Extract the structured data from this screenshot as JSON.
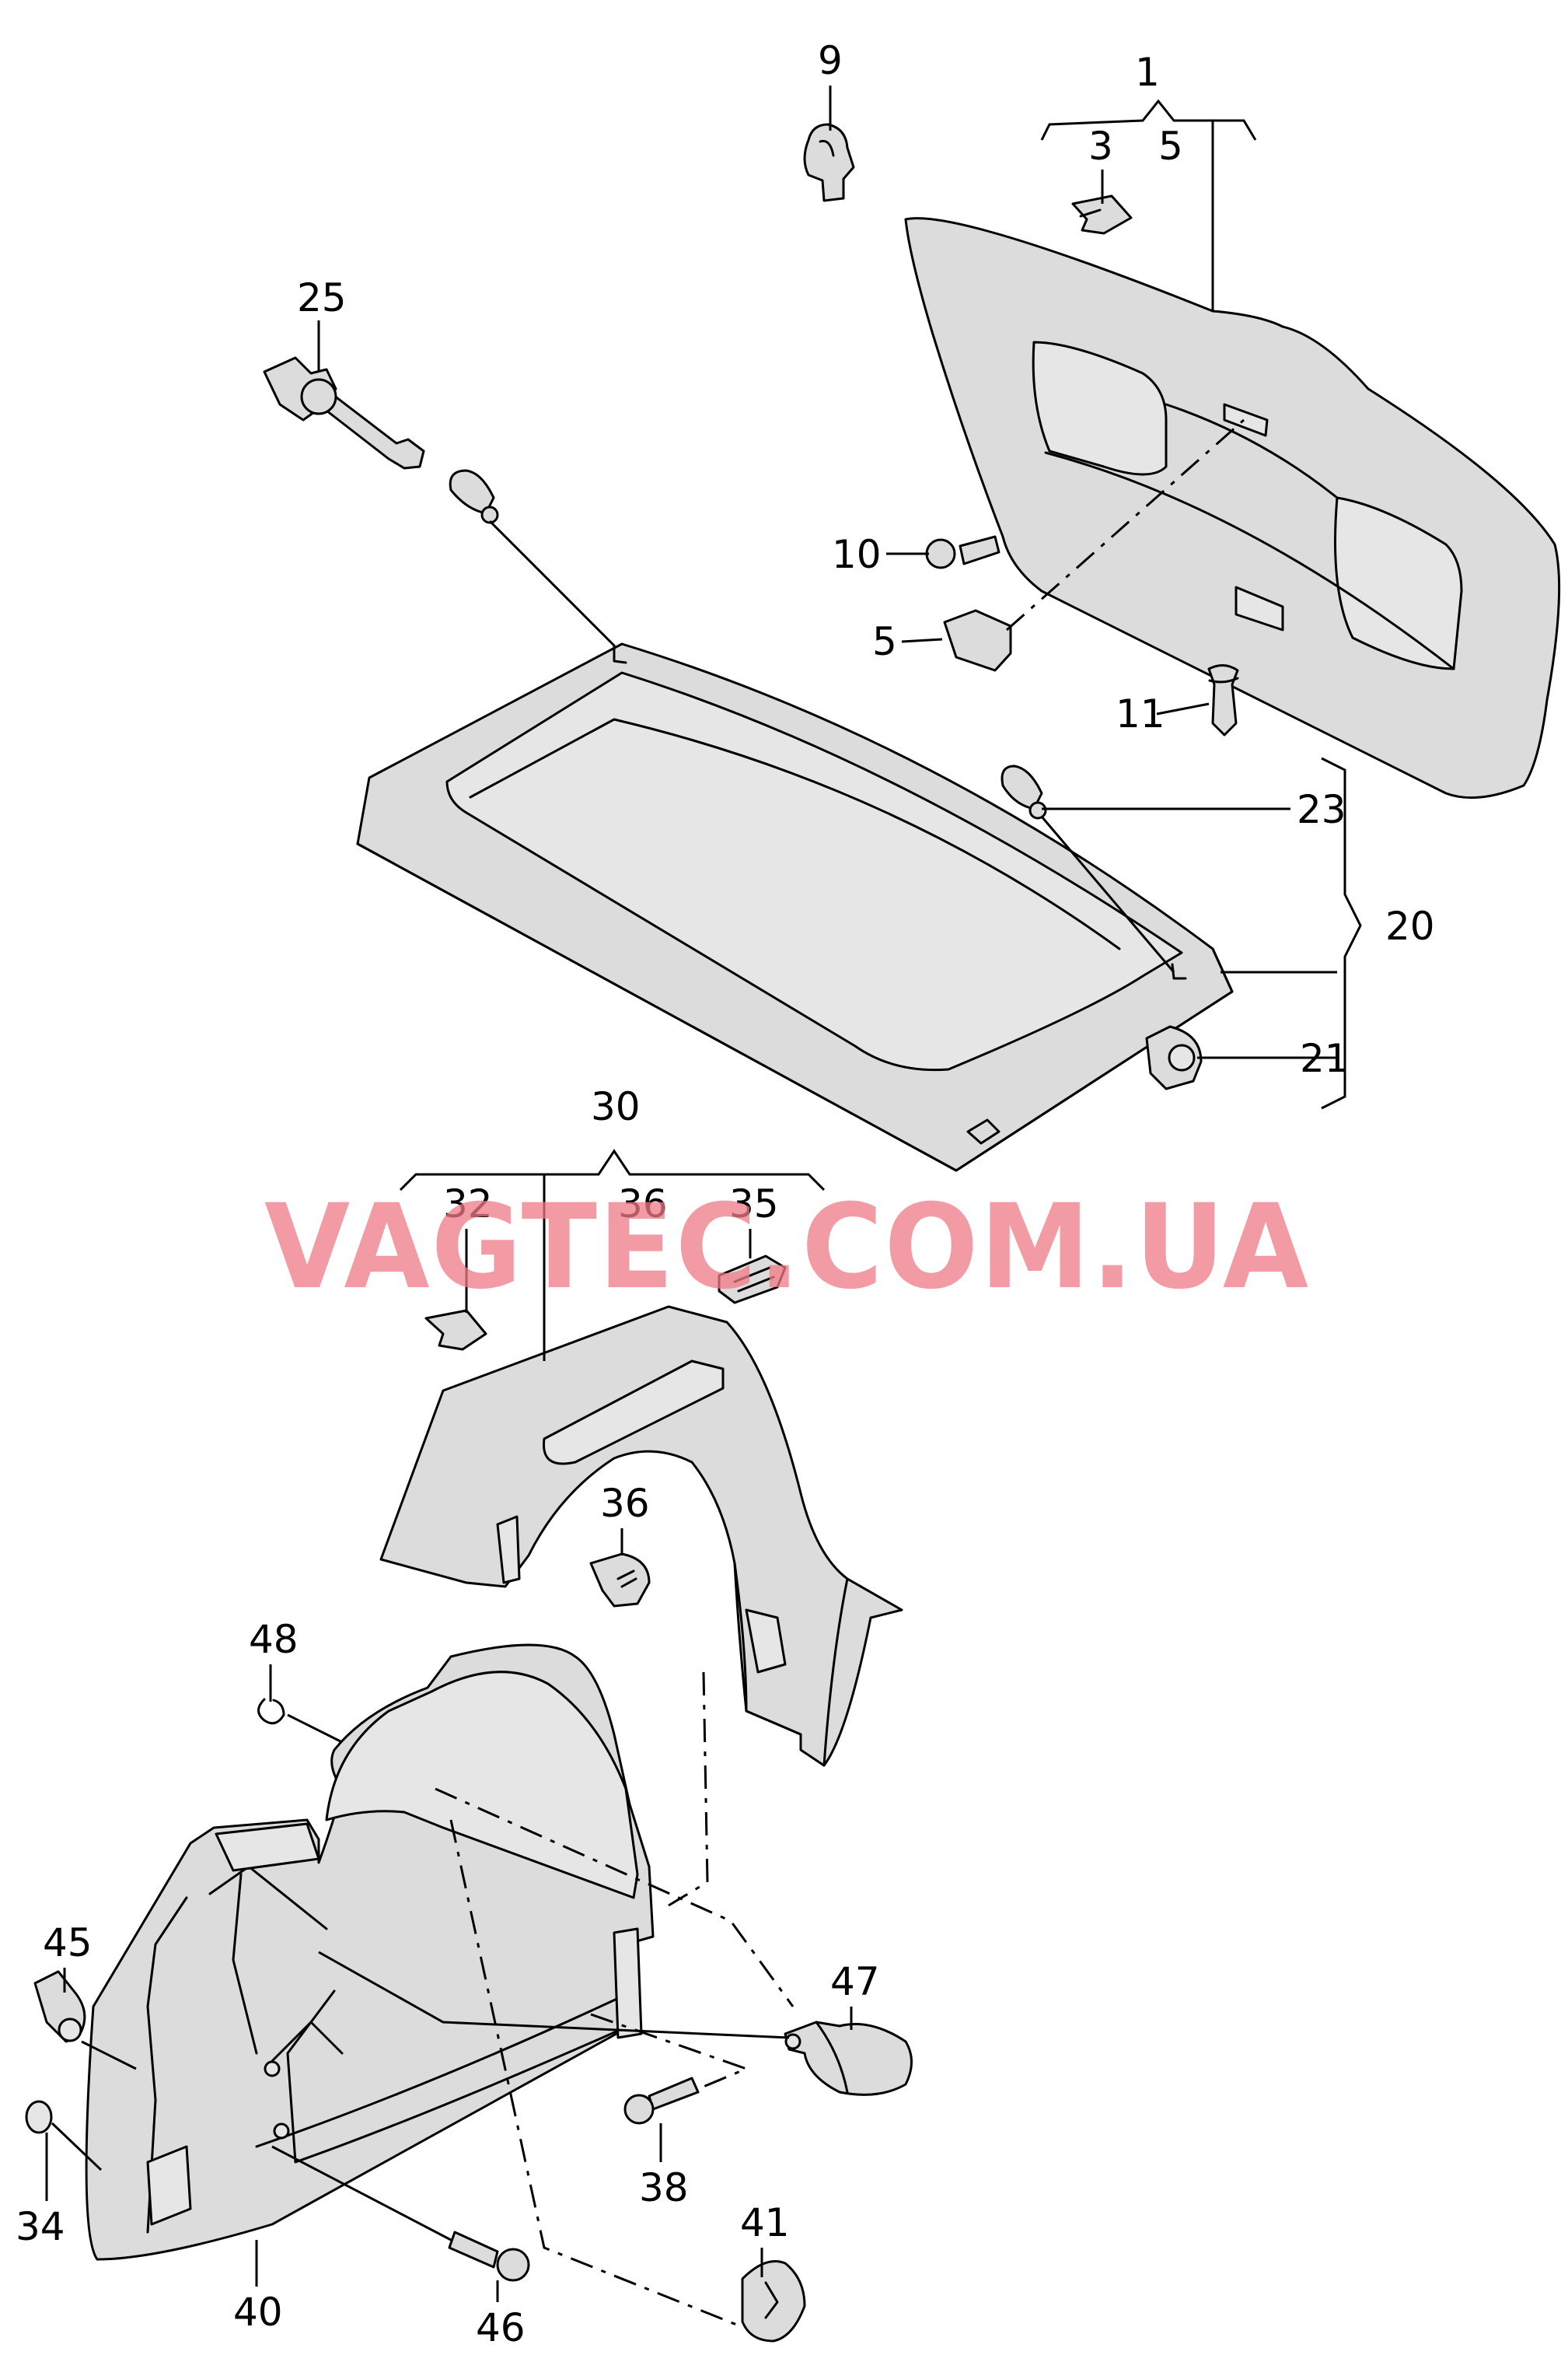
{
  "watermark": "VAGTEC.COM.UA",
  "callouts": {
    "c1": "1",
    "c3": "3",
    "c5a": "5",
    "c9": "9",
    "c25": "25",
    "c10": "10",
    "c5b": "5",
    "c11": "11",
    "c23": "23",
    "c20": "20",
    "c21": "21",
    "c30": "30",
    "c32": "32",
    "c36a": "36",
    "c35": "35",
    "c36b": "36",
    "c48": "48",
    "c45": "45",
    "c47": "47",
    "c34": "34",
    "c38": "38",
    "c41": "41",
    "c40": "40",
    "c46": "46"
  },
  "colors": {
    "part_fill": "#dcdcdc",
    "line": "#000000",
    "watermark": "#f07a86"
  }
}
